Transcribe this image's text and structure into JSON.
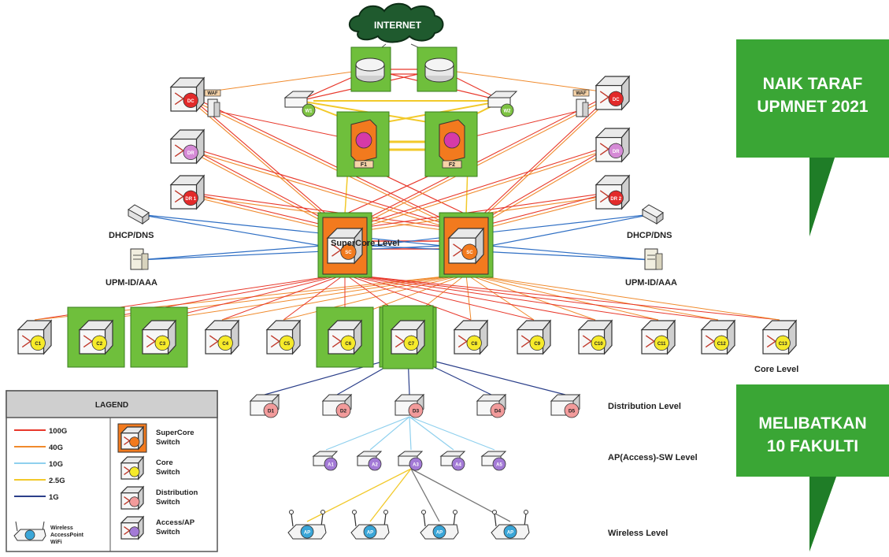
{
  "internet": "INTERNET",
  "banners": {
    "top": [
      "NAIK TARAF",
      "UPMNET 2021"
    ],
    "bottom": [
      "MELIBATKAN",
      "10 FAKULTI"
    ],
    "color": "#3aa635",
    "dark": "#1f7d27"
  },
  "labels": {
    "waf": "WAF",
    "dhcp": "DHCP/DNS",
    "upmid": "UPM-ID/AAA",
    "supercore": "SuperCore Level",
    "core_level": "Core Level",
    "distribution_level": "Distribution Level",
    "ap_level": "AP(Access)-SW Level",
    "wireless_level": "Wireless Level",
    "fw": [
      "F1",
      "F2"
    ]
  },
  "left_devices": [
    "DC",
    "DR",
    "DR 1"
  ],
  "right_devices": [
    "DC",
    "DR",
    "DR 2"
  ],
  "core_switches": [
    "C1",
    "C2",
    "C3",
    "C4",
    "C5",
    "C6",
    "C7",
    "C8",
    "C9",
    "C10",
    "C11",
    "C12",
    "C13"
  ],
  "distribution": [
    "D1",
    "D2",
    "D3",
    "D4",
    "D5"
  ],
  "access": [
    "A1",
    "A2",
    "A3",
    "A4",
    "A5"
  ],
  "wireless": [
    "AP",
    "AP",
    "AP",
    "AP"
  ],
  "legend": {
    "title": "LAGEND",
    "lines": [
      {
        "label": "100G",
        "color": "#e8382b"
      },
      {
        "label": "40G",
        "color": "#f08a2c"
      },
      {
        "label": "10G",
        "color": "#8fd0ee"
      },
      {
        "label": "2.5G",
        "color": "#f2c92a"
      },
      {
        "label": "1G",
        "color": "#2b3f8a"
      }
    ],
    "switches": [
      {
        "label": [
          "SuperCore",
          "Switch"
        ]
      },
      {
        "label": [
          "Core",
          "Switch"
        ]
      },
      {
        "label": [
          "Distribution",
          "Switch"
        ]
      },
      {
        "label": [
          "Access/AP",
          "Switch"
        ]
      }
    ],
    "ap_label": [
      "Wireless",
      "AccessPoint",
      "WiFi"
    ]
  },
  "colors": {
    "l100": "#e8382b",
    "l40": "#f08a2c",
    "l10": "#8fd0ee",
    "l25": "#f2c92a",
    "l1": "#2b3f8a",
    "blue": "#2f6fc4",
    "green": "#6fbf3c",
    "orange": "#f27a1e",
    "yellow": "#f6ea2a",
    "pink": "#f29b9b",
    "purple": "#a37ad6",
    "red": "#e22a2a",
    "lilac": "#d58ad6"
  }
}
